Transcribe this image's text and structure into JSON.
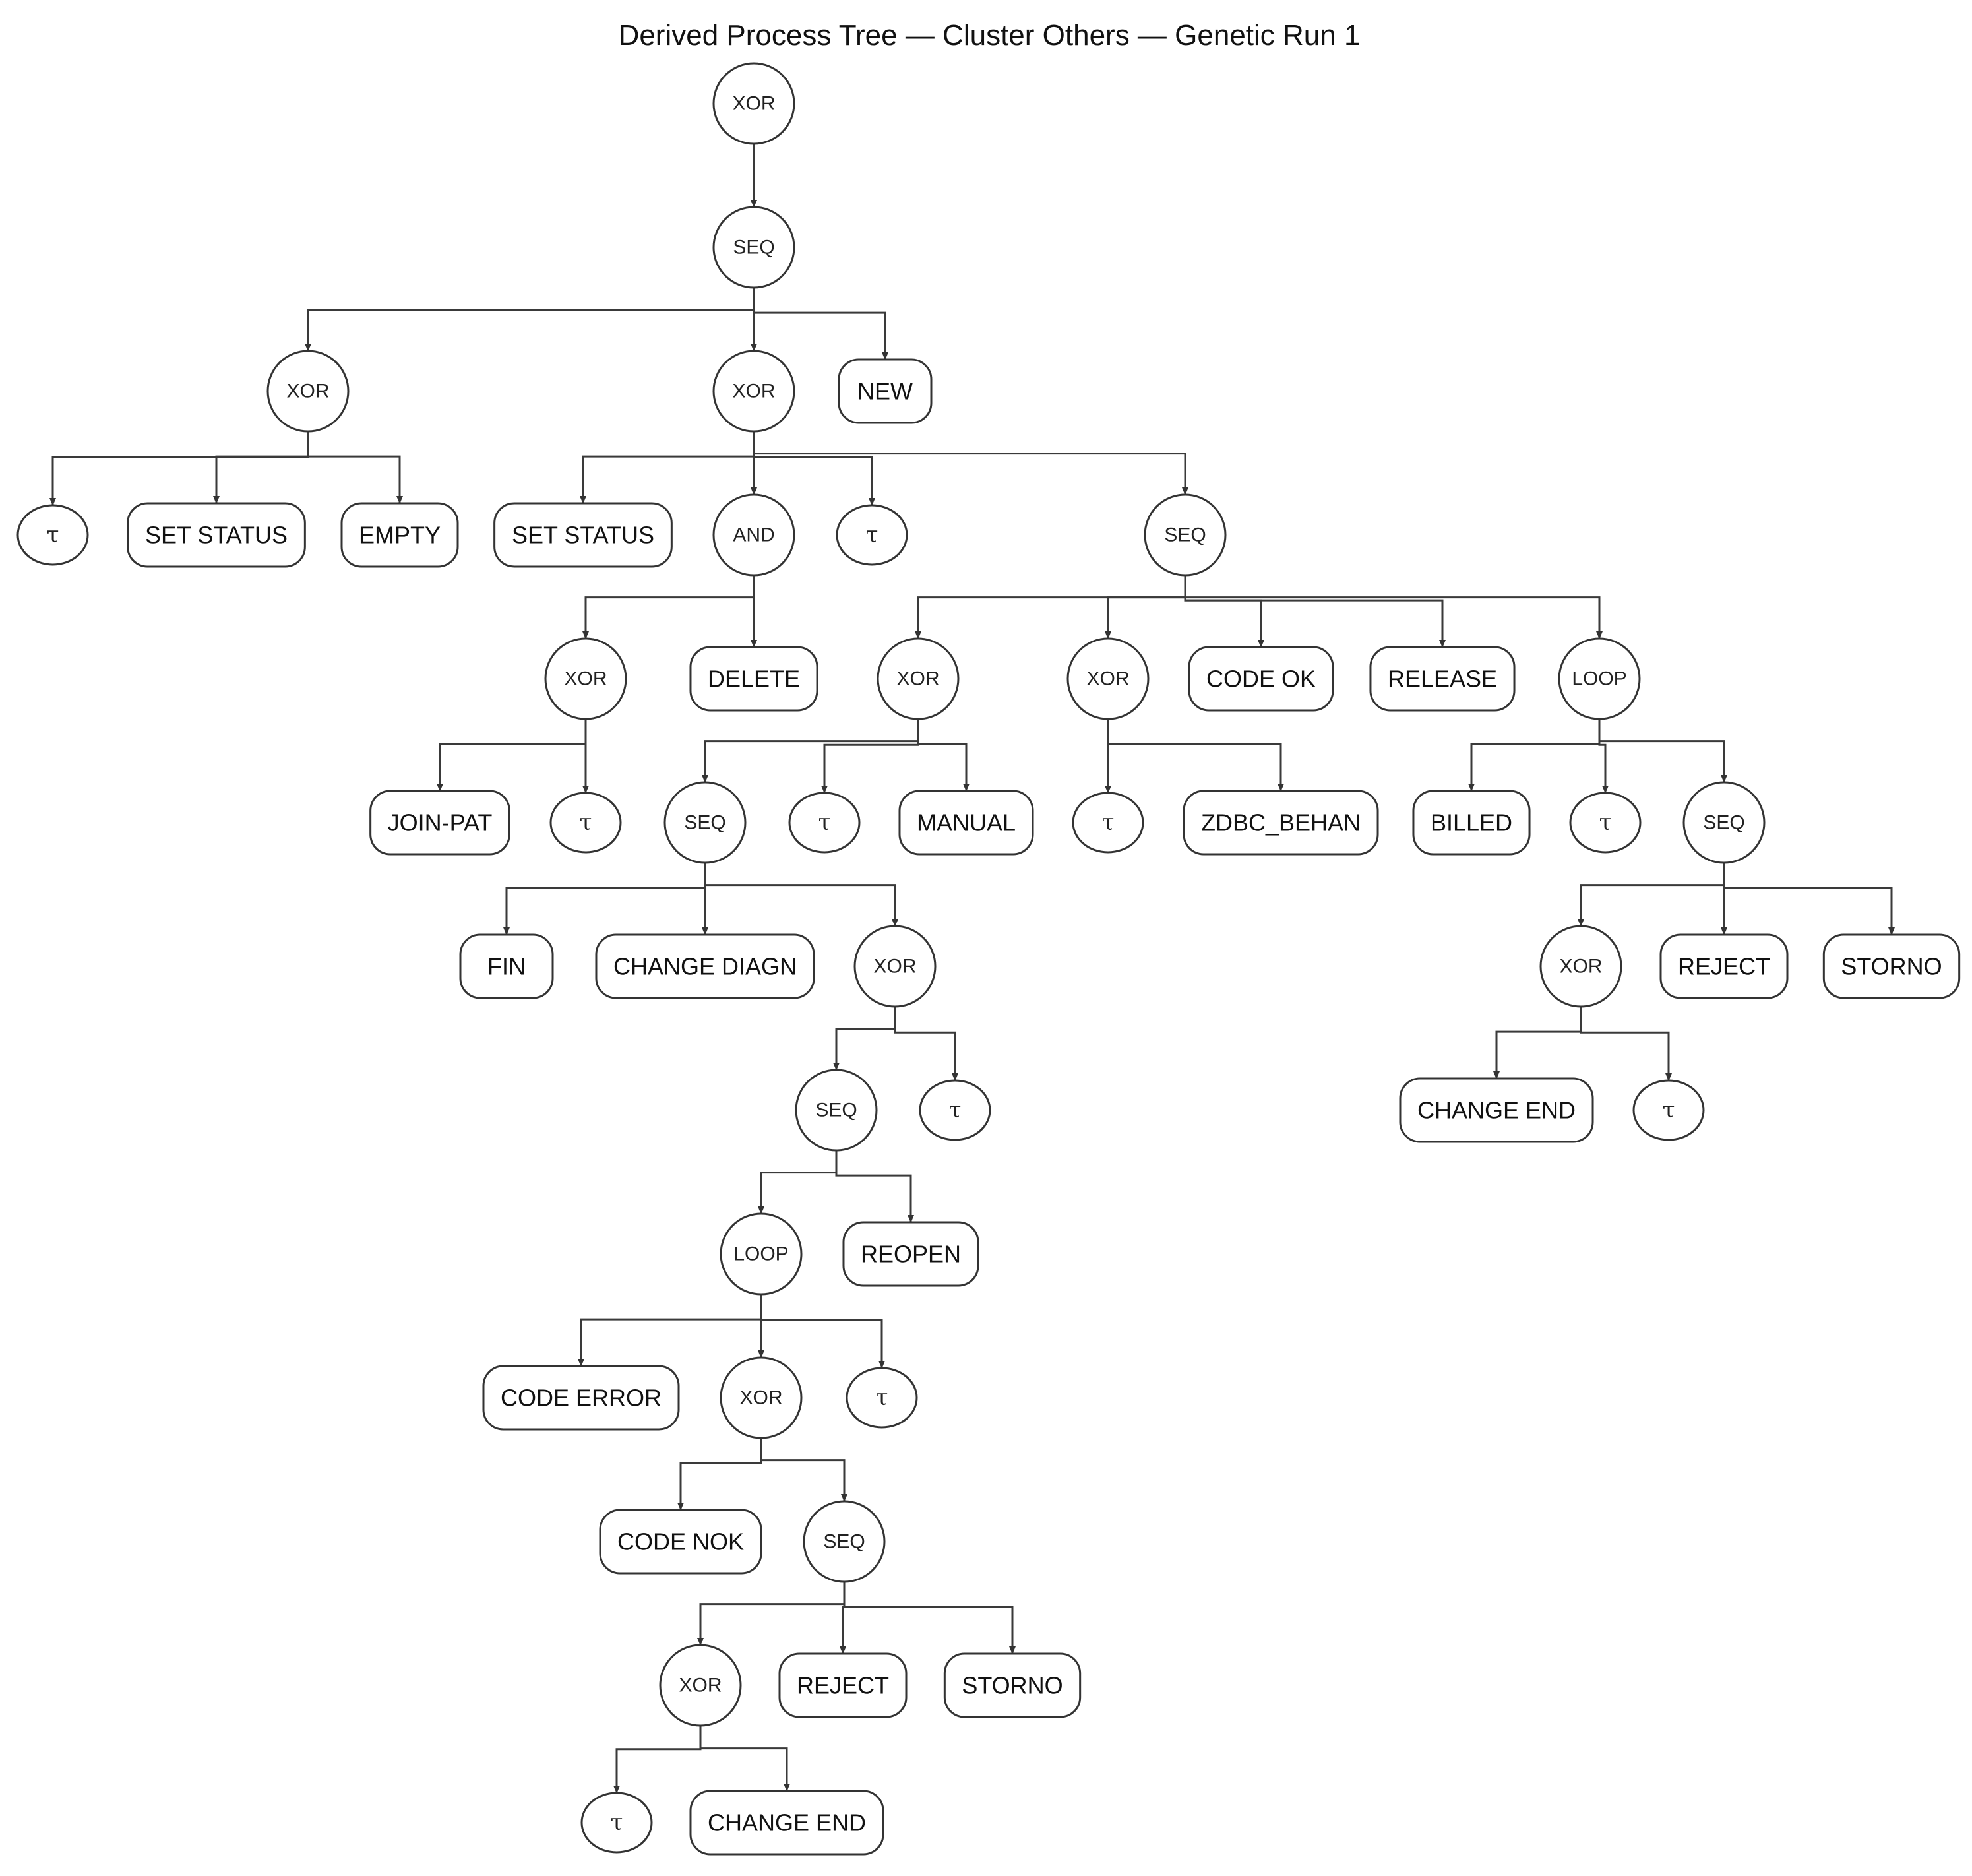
{
  "title": "Derived Process Tree — Cluster Others — Genetic Run 1",
  "tau_symbol": "τ",
  "colors": {
    "stroke": "#333333",
    "fill": "#ffffff",
    "text": "#111111"
  },
  "nodes": [
    {
      "id": "n1",
      "kind": "op",
      "label": "XOR"
    },
    {
      "id": "n2",
      "kind": "op",
      "label": "SEQ"
    },
    {
      "id": "n3",
      "kind": "op",
      "label": "XOR"
    },
    {
      "id": "n4",
      "kind": "op",
      "label": "XOR"
    },
    {
      "id": "n5",
      "kind": "leaf",
      "label": "NEW"
    },
    {
      "id": "n6",
      "kind": "tau",
      "label": "τ"
    },
    {
      "id": "n7",
      "kind": "leaf",
      "label": "SET STATUS"
    },
    {
      "id": "n8",
      "kind": "leaf",
      "label": "EMPTY"
    },
    {
      "id": "n9",
      "kind": "leaf",
      "label": "SET STATUS"
    },
    {
      "id": "n10",
      "kind": "op",
      "label": "AND"
    },
    {
      "id": "n11",
      "kind": "tau",
      "label": "τ"
    },
    {
      "id": "n12",
      "kind": "op",
      "label": "SEQ"
    },
    {
      "id": "n13",
      "kind": "op",
      "label": "XOR"
    },
    {
      "id": "n14",
      "kind": "leaf",
      "label": "DELETE"
    },
    {
      "id": "n15",
      "kind": "op",
      "label": "XOR"
    },
    {
      "id": "n16",
      "kind": "op",
      "label": "XOR"
    },
    {
      "id": "n17",
      "kind": "leaf",
      "label": "CODE OK"
    },
    {
      "id": "n18",
      "kind": "leaf",
      "label": "RELEASE"
    },
    {
      "id": "n19",
      "kind": "op",
      "label": "LOOP"
    },
    {
      "id": "n20",
      "kind": "leaf",
      "label": "JOIN-PAT"
    },
    {
      "id": "n21",
      "kind": "tau",
      "label": "τ"
    },
    {
      "id": "n22",
      "kind": "op",
      "label": "SEQ"
    },
    {
      "id": "n23",
      "kind": "tau",
      "label": "τ"
    },
    {
      "id": "n24",
      "kind": "leaf",
      "label": "MANUAL"
    },
    {
      "id": "n25",
      "kind": "tau",
      "label": "τ"
    },
    {
      "id": "n26",
      "kind": "leaf",
      "label": "ZDBC_BEHAN"
    },
    {
      "id": "n27",
      "kind": "leaf",
      "label": "BILLED"
    },
    {
      "id": "n28",
      "kind": "tau",
      "label": "τ"
    },
    {
      "id": "n29",
      "kind": "op",
      "label": "SEQ"
    },
    {
      "id": "n30",
      "kind": "leaf",
      "label": "FIN"
    },
    {
      "id": "n31",
      "kind": "leaf",
      "label": "CHANGE DIAGN"
    },
    {
      "id": "n32",
      "kind": "op",
      "label": "XOR"
    },
    {
      "id": "n33",
      "kind": "op",
      "label": "XOR"
    },
    {
      "id": "n34",
      "kind": "leaf",
      "label": "REJECT"
    },
    {
      "id": "n35",
      "kind": "leaf",
      "label": "STORNO"
    },
    {
      "id": "n36",
      "kind": "op",
      "label": "SEQ"
    },
    {
      "id": "n37",
      "kind": "tau",
      "label": "τ"
    },
    {
      "id": "n38",
      "kind": "leaf",
      "label": "CHANGE END"
    },
    {
      "id": "n39",
      "kind": "tau",
      "label": "τ"
    },
    {
      "id": "n40",
      "kind": "op",
      "label": "LOOP"
    },
    {
      "id": "n41",
      "kind": "leaf",
      "label": "REOPEN"
    },
    {
      "id": "n42",
      "kind": "leaf",
      "label": "CODE ERROR"
    },
    {
      "id": "n43",
      "kind": "op",
      "label": "XOR"
    },
    {
      "id": "n44",
      "kind": "tau",
      "label": "τ"
    },
    {
      "id": "n45",
      "kind": "leaf",
      "label": "CODE NOK"
    },
    {
      "id": "n46",
      "kind": "op",
      "label": "SEQ"
    },
    {
      "id": "n47",
      "kind": "op",
      "label": "XOR"
    },
    {
      "id": "n48",
      "kind": "leaf",
      "label": "REJECT"
    },
    {
      "id": "n49",
      "kind": "leaf",
      "label": "STORNO"
    },
    {
      "id": "n50",
      "kind": "tau",
      "label": "τ"
    },
    {
      "id": "n51",
      "kind": "leaf",
      "label": "CHANGE END"
    }
  ],
  "edges": [
    {
      "from": "n1",
      "to": "n2"
    },
    {
      "from": "n2",
      "to": "n3"
    },
    {
      "from": "n2",
      "to": "n4"
    },
    {
      "from": "n2",
      "to": "n5"
    },
    {
      "from": "n3",
      "to": "n6"
    },
    {
      "from": "n3",
      "to": "n7"
    },
    {
      "from": "n3",
      "to": "n8"
    },
    {
      "from": "n4",
      "to": "n9"
    },
    {
      "from": "n4",
      "to": "n10"
    },
    {
      "from": "n4",
      "to": "n11"
    },
    {
      "from": "n4",
      "to": "n12"
    },
    {
      "from": "n10",
      "to": "n13"
    },
    {
      "from": "n10",
      "to": "n14"
    },
    {
      "from": "n12",
      "to": "n15"
    },
    {
      "from": "n12",
      "to": "n16"
    },
    {
      "from": "n12",
      "to": "n17"
    },
    {
      "from": "n12",
      "to": "n18"
    },
    {
      "from": "n12",
      "to": "n19"
    },
    {
      "from": "n13",
      "to": "n20"
    },
    {
      "from": "n13",
      "to": "n21"
    },
    {
      "from": "n15",
      "to": "n22"
    },
    {
      "from": "n15",
      "to": "n23"
    },
    {
      "from": "n15",
      "to": "n24"
    },
    {
      "from": "n16",
      "to": "n25"
    },
    {
      "from": "n16",
      "to": "n26"
    },
    {
      "from": "n19",
      "to": "n27"
    },
    {
      "from": "n19",
      "to": "n28"
    },
    {
      "from": "n19",
      "to": "n29"
    },
    {
      "from": "n22",
      "to": "n30"
    },
    {
      "from": "n22",
      "to": "n31"
    },
    {
      "from": "n22",
      "to": "n32"
    },
    {
      "from": "n29",
      "to": "n33"
    },
    {
      "from": "n29",
      "to": "n34"
    },
    {
      "from": "n29",
      "to": "n35"
    },
    {
      "from": "n32",
      "to": "n36"
    },
    {
      "from": "n32",
      "to": "n37"
    },
    {
      "from": "n33",
      "to": "n38"
    },
    {
      "from": "n33",
      "to": "n39"
    },
    {
      "from": "n36",
      "to": "n40"
    },
    {
      "from": "n36",
      "to": "n41"
    },
    {
      "from": "n40",
      "to": "n42"
    },
    {
      "from": "n40",
      "to": "n43"
    },
    {
      "from": "n40",
      "to": "n44"
    },
    {
      "from": "n43",
      "to": "n45"
    },
    {
      "from": "n43",
      "to": "n46"
    },
    {
      "from": "n46",
      "to": "n47"
    },
    {
      "from": "n46",
      "to": "n48"
    },
    {
      "from": "n46",
      "to": "n49"
    },
    {
      "from": "n47",
      "to": "n50"
    },
    {
      "from": "n47",
      "to": "n51"
    }
  ]
}
